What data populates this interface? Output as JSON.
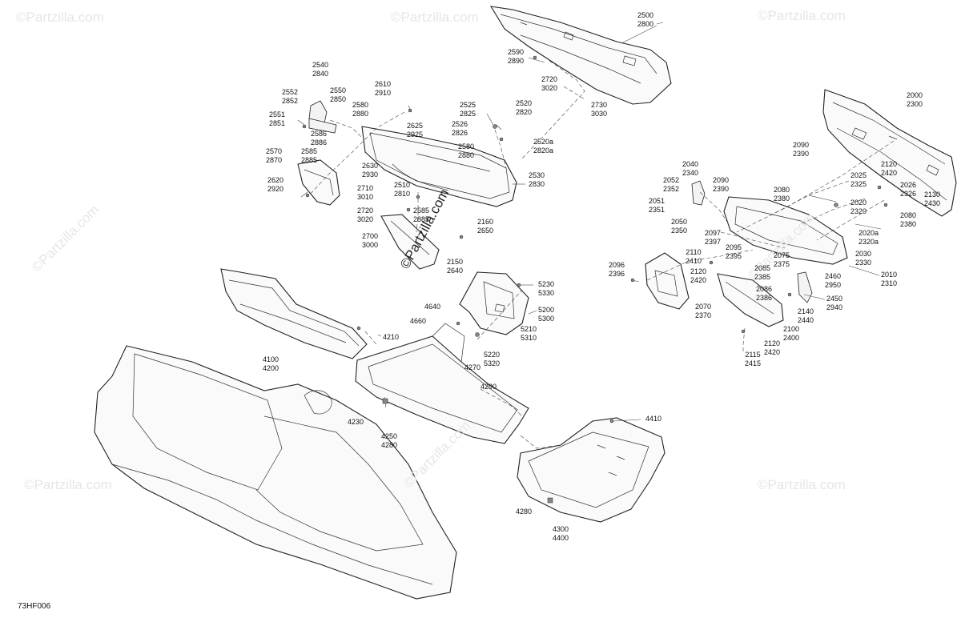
{
  "diagram": {
    "figure_code": "73HF006",
    "watermark": "©Partzilla.com",
    "center_watermark": "©Partzilla.com",
    "callouts": {
      "c2500": [
        "2500",
        "2800"
      ],
      "c2590": [
        "2590",
        "2890"
      ],
      "c2720a": [
        "2720",
        "3020"
      ],
      "c2730": [
        "2730",
        "3030"
      ],
      "c2540": [
        "2540",
        "2840"
      ],
      "c2610": [
        "2610",
        "2910"
      ],
      "c2552": [
        "2552",
        "2852"
      ],
      "c2550": [
        "2550",
        "2850"
      ],
      "c2580a": [
        "2580",
        "2880"
      ],
      "c2525": [
        "2525",
        "2825"
      ],
      "c2520": [
        "2520",
        "2820"
      ],
      "c2551": [
        "2551",
        "2851"
      ],
      "c2625": [
        "2625",
        "2925"
      ],
      "c2526": [
        "2526",
        "2826"
      ],
      "c2586": [
        "2586",
        "2886"
      ],
      "c2520a": [
        "2520a",
        "2820a"
      ],
      "c2585a": [
        "2585",
        "2885"
      ],
      "c2570": [
        "2570",
        "2870"
      ],
      "c2580b": [
        "2580",
        "2880"
      ],
      "c2630": [
        "2630",
        "2930"
      ],
      "c2530": [
        "2530",
        "2830"
      ],
      "c2620": [
        "2620",
        "2920"
      ],
      "c2710": [
        "2710",
        "3010"
      ],
      "c2510": [
        "2510",
        "2810"
      ],
      "c2720b": [
        "2720",
        "3020"
      ],
      "c2585b": [
        "2585",
        "2885"
      ],
      "c2160": [
        "2160",
        "2650"
      ],
      "c2700": [
        "2700",
        "3000"
      ],
      "c2150": [
        "2150",
        "2640"
      ],
      "c2000": [
        "2000",
        "2300"
      ],
      "c2090a": [
        "2090",
        "2390"
      ],
      "c2120a": [
        "2120",
        "2420"
      ],
      "c2025": [
        "2025",
        "2325"
      ],
      "c2026": [
        "2026",
        "2326"
      ],
      "c2040": [
        "2040",
        "2340"
      ],
      "c2052": [
        "2052",
        "2352"
      ],
      "c2090b": [
        "2090",
        "2390"
      ],
      "c2080a": [
        "2080",
        "2380"
      ],
      "c2020": [
        "2020",
        "2320"
      ],
      "c2130": [
        "2130",
        "2430"
      ],
      "c2051": [
        "2051",
        "2351"
      ],
      "c2080b": [
        "2080",
        "2380"
      ],
      "c2050": [
        "2050",
        "2350"
      ],
      "c2097": [
        "2097",
        "2397"
      ],
      "c2095": [
        "2095",
        "2395"
      ],
      "c2075": [
        "2075",
        "2375"
      ],
      "c2020a": [
        "2020a",
        "2320a"
      ],
      "c2110": [
        "2110",
        "2410"
      ],
      "c2030": [
        "2030",
        "2330"
      ],
      "c2085": [
        "2085",
        "2385"
      ],
      "c2096": [
        "2096",
        "2396"
      ],
      "c2120b": [
        "2120",
        "2420"
      ],
      "c2010": [
        "2010",
        "2310"
      ],
      "c2460": [
        "2460",
        "2950"
      ],
      "c2086": [
        "2086",
        "2386"
      ],
      "c2450": [
        "2450",
        "2940"
      ],
      "c2070": [
        "2070",
        "2370"
      ],
      "c2140": [
        "2140",
        "2440"
      ],
      "c2100": [
        "2100",
        "2400"
      ],
      "c2120c": [
        "2120",
        "2420"
      ],
      "c2115": [
        "2115",
        "2415"
      ],
      "c5230": [
        "5230",
        "5330"
      ],
      "c4640": [
        "4640"
      ],
      "c5200": [
        "5200",
        "5300"
      ],
      "c4660": [
        "4660"
      ],
      "c5210": [
        "5210",
        "5310"
      ],
      "c4210": [
        "4210"
      ],
      "c5220": [
        "5220",
        "5320"
      ],
      "c4100": [
        "4100",
        "4200"
      ],
      "c4270": [
        "4270"
      ],
      "c4290": [
        "4290"
      ],
      "c4230": [
        "4230"
      ],
      "c4250": [
        "4250",
        "4280"
      ],
      "c4410": [
        "4410"
      ],
      "c4280": [
        "4280"
      ],
      "c4300": [
        "4300",
        "4400"
      ]
    }
  }
}
